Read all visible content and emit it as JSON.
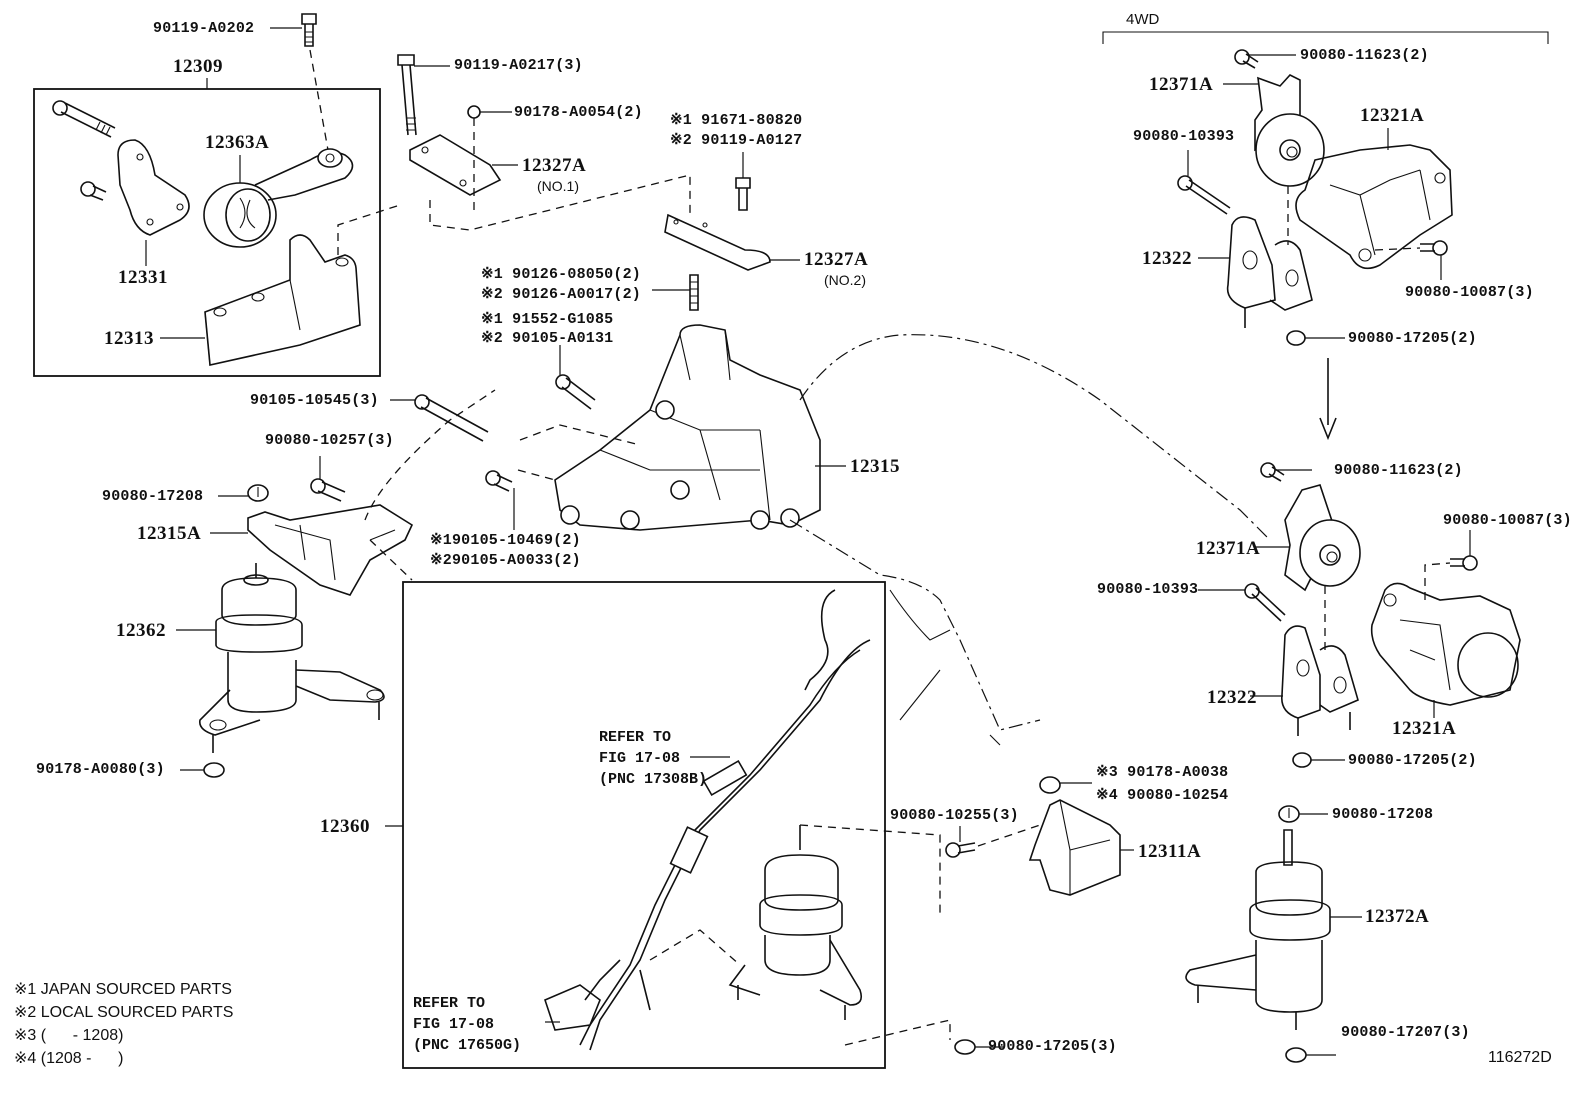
{
  "diagram": {
    "figure_id": "116272D",
    "group_4wd_label": "4WD",
    "labels": {
      "p90119_A0202": "90119-A0202",
      "p12309": "12309",
      "p12363A": "12363A",
      "p12331": "12331",
      "p12313": "12313",
      "p90119_A0217": "90119-A0217(3)",
      "p90178_A0054": "90178-A0054(2)",
      "p12327A_1": "12327A",
      "p12327A_1_sub": "(NO.1)",
      "p91671_note1": "※1 91671-80820",
      "p90119_note2": "※2 90119-A0127",
      "p12327A_2": "12327A",
      "p12327A_2_sub": "(NO.2)",
      "p90126_note1": "※1 90126-08050(2)",
      "p90126_note2": "※2 90126-A0017(2)",
      "p91552_note1": "※1 91552-G1085",
      "p90105_note2": "※2 90105-A0131",
      "p90105_10545": "90105-10545(3)",
      "p90080_10257": "90080-10257(3)",
      "p90080_17208_left": "90080-17208",
      "p12315A": "12315A",
      "p12315": "12315",
      "p90105_10469": "※190105-10469(2)",
      "p90105_A0033": "※290105-A0033(2)",
      "p12362": "12362",
      "p90178_A0080": "90178-A0080(3)",
      "p12360": "12360",
      "p90080_17205_bottom": "90080-17205(3)",
      "p90080_10255": "90080-10255(3)",
      "p90178_A0038": "※3 90178-A0038",
      "p90080_10254": "※4 90080-10254",
      "p12311A": "12311A",
      "p90080_17208_right": "90080-17208",
      "p12372A": "12372A",
      "p90080_17207": "90080-17207(3)",
      "top4wd": {
        "p90080_11623": "90080-11623(2)",
        "p12371A": "12371A",
        "p90080_10393": "90080-10393",
        "p12321A": "12321A",
        "p12322": "12322",
        "p90080_10087": "90080-10087(3)",
        "p90080_17205": "90080-17205(2)"
      },
      "bottom4wd": {
        "p90080_11623": "90080-11623(2)",
        "p90080_10087": "90080-10087(3)",
        "p12371A": "12371A",
        "p90080_10393": "90080-10393",
        "p12322": "12322",
        "p12321A": "12321A",
        "p90080_17205": "90080-17205(2)"
      }
    },
    "refer_blocks": [
      {
        "line1": "REFER TO",
        "line2": "FIG 17-08",
        "line3": "(PNC 17308B)"
      },
      {
        "line1": "REFER TO",
        "line2": "FIG 17-08",
        "line3": "(PNC 17650G)"
      }
    ],
    "notes": [
      "※1 JAPAN SOURCED PARTS",
      "※2 LOCAL SOURCED PARTS",
      "※3 (      - 1208)",
      "※4 (1208 -      )"
    ]
  }
}
